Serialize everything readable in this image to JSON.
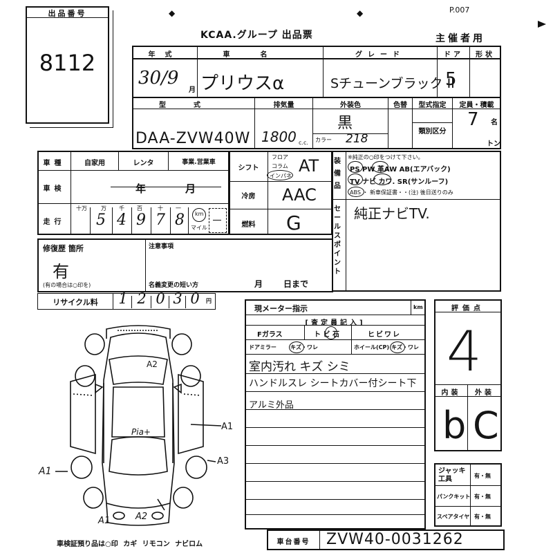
{
  "page_number": "P.007",
  "lot_label": "出品番号",
  "lot_number": "8112",
  "form_title": "KCAA.グループ 出品票",
  "organizer_label": "主催者用",
  "headers": {
    "year": "年式",
    "name": "車名",
    "grade": "グレード",
    "doors": "ドア",
    "body": "形状",
    "model": "型式",
    "displacement": "排気量",
    "exterior_color": "外装色",
    "color_no": "色替",
    "type_designation": "型式指定",
    "capacity": "定員・積載",
    "category_no": "類別区分"
  },
  "vehicle": {
    "year": "30/9",
    "year_unit": "月",
    "name": "プリウスα",
    "grade": "Sチューンブラック II",
    "doors": "5",
    "model": "DAA-ZVW40W",
    "displacement": "1800",
    "cc": "c.c.",
    "exterior_color": "黒",
    "color_label": "カラー",
    "color_code": "218",
    "capacity": "7",
    "capacity_unit": "名",
    "ton_unit": "トン"
  },
  "usage_row": {
    "label": "車種",
    "options": [
      "自家用",
      "レンタ",
      "事業.営業車"
    ]
  },
  "inspection": {
    "label": "車検",
    "year": "年",
    "month": "月"
  },
  "mileage": {
    "label": "走行",
    "units": [
      "十万",
      "万",
      "千",
      "百",
      "十",
      "一"
    ],
    "digits": [
      "5",
      "4",
      "9",
      "7",
      "8"
    ],
    "km": "km",
    "mile": "マイル"
  },
  "shift": {
    "label": "シフト",
    "opts": [
      "フロア",
      "コラム",
      "インパネ"
    ],
    "value": "AT"
  },
  "aircon": {
    "label": "冷房",
    "value": "AAC"
  },
  "fuel": {
    "label": "燃料",
    "value": "G"
  },
  "equipment": {
    "label": "装備品",
    "note": "※純正の○印をつけて下さい。",
    "line1": "PS  PW  革AW  AB(エアバック)",
    "line2": "TV  ナビ  カワ. SR(サンルーフ)",
    "line3": "ABS ・ 新車保証書・・(注) 後日送りのみ"
  },
  "sales_point": {
    "label": "セールスポイント",
    "value": "純正ナビTV."
  },
  "repair": {
    "label": "修復歴 箇所",
    "value": "有",
    "note": "(有の場合は○印を)"
  },
  "remarks": {
    "label": "注意事項",
    "short_label": "名義変更の短い方",
    "month": "月",
    "day": "日まで"
  },
  "recycle": {
    "label": "リサイクル料",
    "digits": [
      "1",
      "2",
      "0",
      "3",
      "0"
    ],
    "unit": "円"
  },
  "meter": {
    "label": "現メーター指示",
    "unit": "km"
  },
  "appraiser": {
    "title": "[査定員記入]",
    "glass": "Fガラス",
    "glass_opts": "ト ビ 石",
    "crack": "ヒビワレ",
    "mirror": "ドアミラー",
    "mirror_opts": "キズ・ワレ",
    "wheel": "ホイール(CP)",
    "wheel_opts": "キズ・ワレ",
    "note1": "室内汚れ キズ シミ",
    "note2": "ハンドルスレ シートカバー付シート下",
    "note3": "アルミ外品"
  },
  "score": {
    "label": "評価点",
    "value": "4",
    "interior": "内装",
    "exterior": "外装",
    "interior_value": "b",
    "exterior_value": "C"
  },
  "diagram_marks": [
    "A2",
    "A1",
    "A1",
    "A3",
    "A1",
    "A2",
    "Pia+"
  ],
  "jack": {
    "label": "ジャッキ工具",
    "value": "有・無"
  },
  "puncture": {
    "label": "パンクキット",
    "value": "有・無"
  },
  "spare": {
    "label": "スペアタイヤ",
    "value": "有・無"
  },
  "footer_note": "車検証預り品は○印  カギ  リモコン  ナビロム",
  "chassis": {
    "label": "車台番号",
    "value": "ZVW40-0031262"
  }
}
